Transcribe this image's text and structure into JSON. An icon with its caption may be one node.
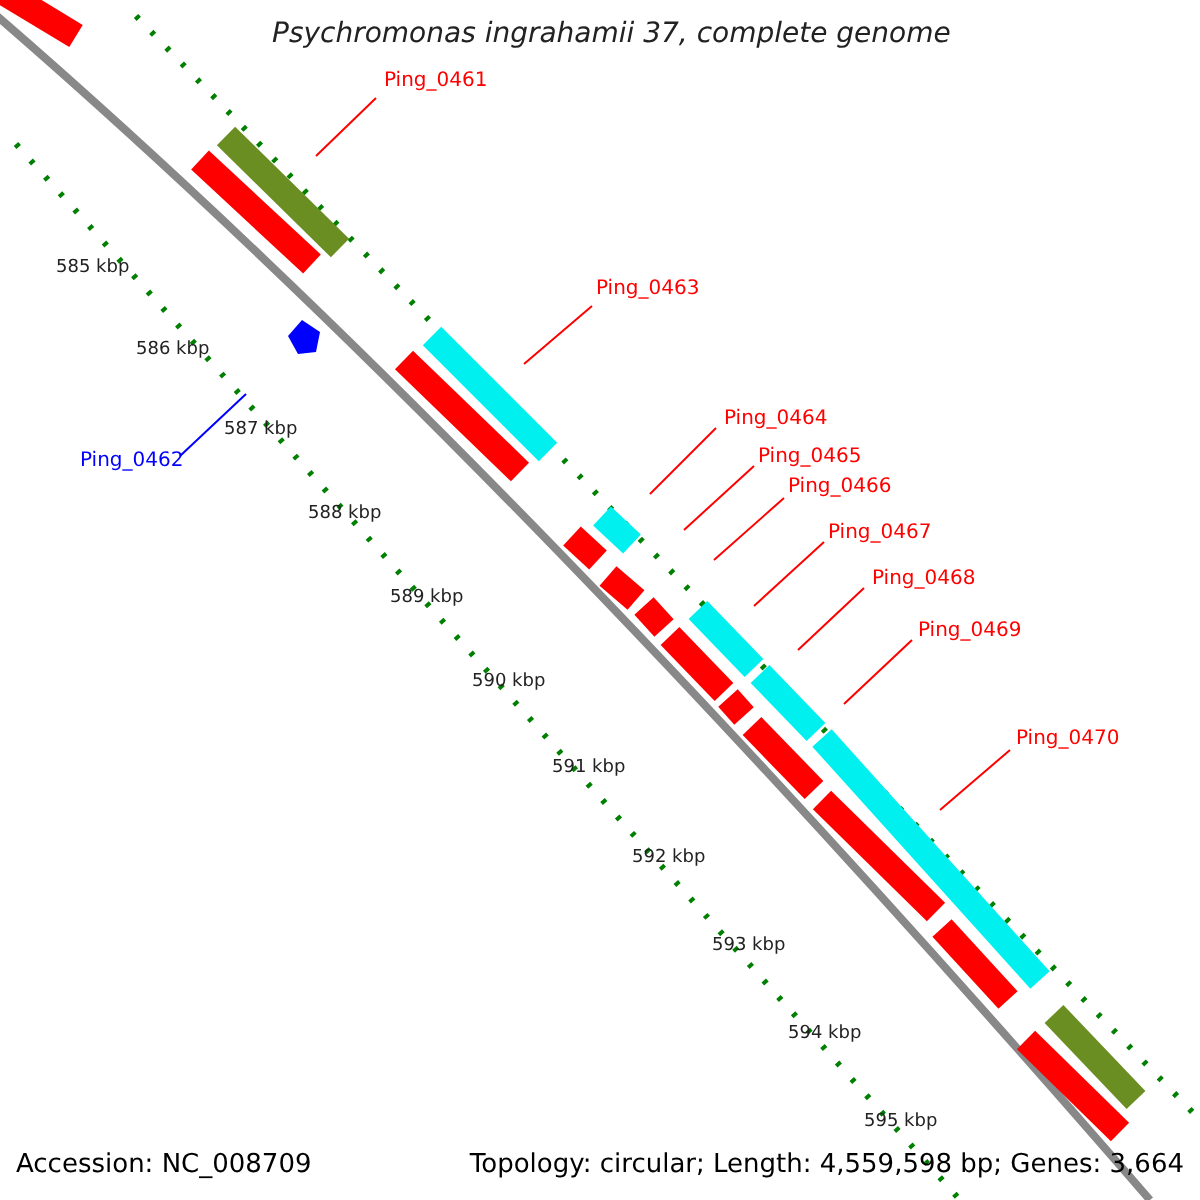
{
  "diagram": {
    "title": "Psychromonas ingrahamii 37, complete genome",
    "nodes": [
      {
        "text": [
          "Ping_0461"
        ]
      },
      {
        "text": [
          "Ping_0463"
        ]
      },
      {
        "text": [
          "Ping_0464"
        ]
      },
      {
        "text": [
          "Ping_0465"
        ]
      },
      {
        "text": [
          "Ping_0462"
        ]
      },
      {
        "text": [
          "Ping_0466"
        ]
      },
      {
        "text": [
          "Ping_0467"
        ]
      },
      {
        "text": [
          "Ping_0468"
        ]
      },
      {
        "text": [
          "Ping_0469"
        ]
      },
      {
        "text": [
          "Ping_0470"
        ]
      }
    ],
    "edges": [
      {
        "from": 0,
        "to": null,
        "arrow": "none"
      },
      {
        "from": 1,
        "to": null,
        "arrow": "none"
      },
      {
        "from": 2,
        "to": null,
        "arrow": "none"
      },
      {
        "from": 3,
        "to": null,
        "arrow": "none"
      },
      {
        "from": 4,
        "to": null,
        "arrow": "none",
        "color": "#0000ff"
      },
      {
        "from": 5,
        "to": null,
        "arrow": "none"
      },
      {
        "from": 6,
        "to": null,
        "arrow": "none"
      },
      {
        "from": 7,
        "to": null,
        "arrow": "none"
      },
      {
        "from": 8,
        "to": null,
        "arrow": "none"
      },
      {
        "from": 9,
        "to": null,
        "arrow": "none"
      }
    ],
    "labels": [
      "585 kbp",
      "586 kbp",
      "587 kbp",
      "588 kbp",
      "589 kbp",
      "590 kbp",
      "591 kbp",
      "592 kbp",
      "593 kbp",
      "594 kbp",
      "595 kbp",
      "Accession: NC_008709",
      "Topology: circular; Length: 4,559,598 bp; Genes: 3,664"
    ]
  }
}
